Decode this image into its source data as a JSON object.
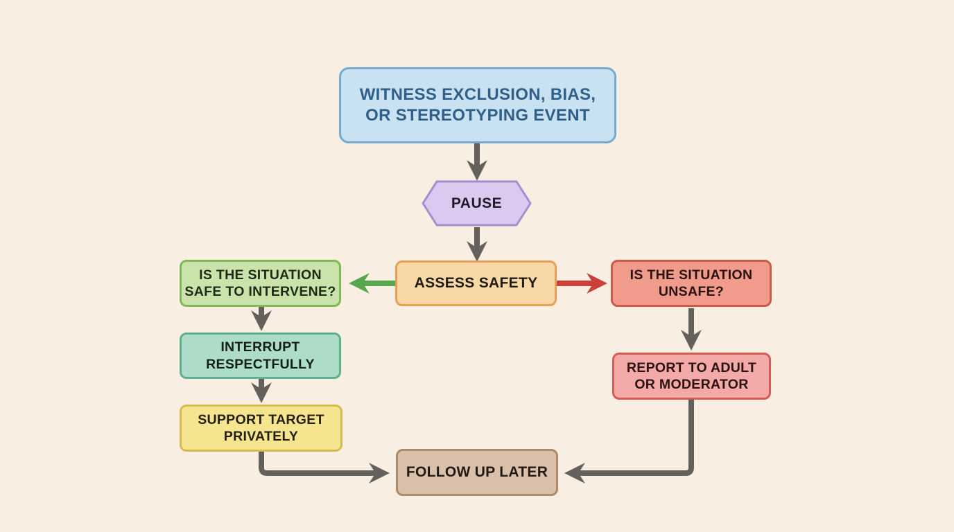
{
  "diagram": {
    "background_color": "#f8efe2",
    "nodes": [
      {
        "id": "witness-event",
        "shape": "rounded-rect",
        "label": "WITNESS EXCLUSION, BIAS,\nOR STEREOTYPING EVENT",
        "fill": "#c9e2f2",
        "border": "#74aacf",
        "text_color": "#30608a"
      },
      {
        "id": "pause",
        "shape": "hexagon",
        "label": "PAUSE",
        "fill": "#dbc9ef",
        "border": "#a78dd0",
        "text_color": "#1f1926"
      },
      {
        "id": "assess-safety",
        "shape": "rounded-rect",
        "label": "ASSESS SAFETY",
        "fill": "#f8d8a7",
        "border": "#e2a156",
        "text_color": "#1f1a12"
      },
      {
        "id": "safe-question",
        "shape": "rounded-rect",
        "label": "IS THE SITUATION\nSAFE TO INTERVENE?",
        "fill": "#c9e3aa",
        "border": "#7fb854",
        "text_color": "#1d2a14"
      },
      {
        "id": "unsafe-question",
        "shape": "rounded-rect",
        "label": "IS THE SITUATION\nUNSAFE?",
        "fill": "#f09b8b",
        "border": "#d05848",
        "text_color": "#29110d"
      },
      {
        "id": "interrupt-respectfully",
        "shape": "rounded-rect",
        "label": "INTERRUPT\nRESPECTFULLY",
        "fill": "#addcc9",
        "border": "#5fae91",
        "text_color": "#12201b"
      },
      {
        "id": "support-target",
        "shape": "rounded-rect",
        "label": "SUPPORT TARGET\nPRIVATELY",
        "fill": "#f6e58f",
        "border": "#d8bb4e",
        "text_color": "#241f0d"
      },
      {
        "id": "report-adult",
        "shape": "rounded-rect",
        "label": "REPORT TO ADULT\nOR MODERATOR",
        "fill": "#f2a9a7",
        "border": "#d65b56",
        "text_color": "#2a1211"
      },
      {
        "id": "follow-up",
        "shape": "rounded-rect",
        "label": "FOLLOW UP LATER",
        "fill": "#d9c0ab",
        "border": "#ab8a6b",
        "text_color": "#221a12"
      }
    ],
    "connectors": {
      "default_color": "#64615c",
      "safe_branch_color": "#57a74f",
      "unsafe_branch_color": "#cc403a"
    }
  }
}
